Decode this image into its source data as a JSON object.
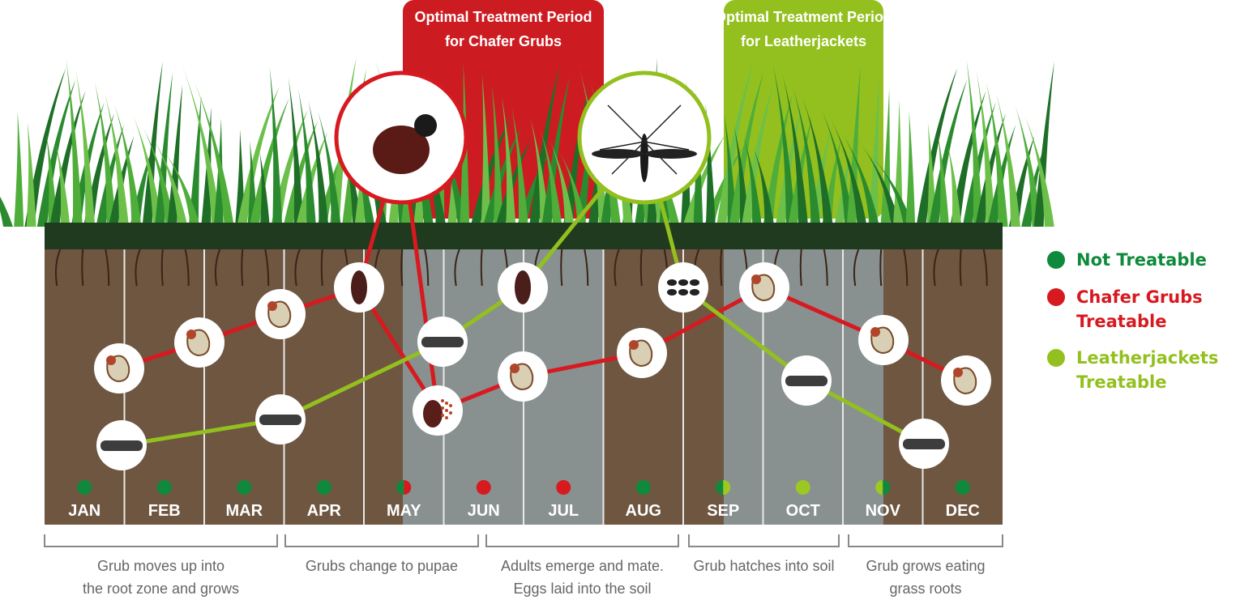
{
  "treatment_boxes": [
    {
      "line1": "Optimal Treatment Period",
      "line2": "for Chafer Grubs",
      "color": "#cc1c22"
    },
    {
      "line1": "Optimal Treatment Period",
      "line2": "for Leatherjackets",
      "color": "#93c01f"
    }
  ],
  "months": [
    {
      "label": "JAN",
      "dot": [
        "#0f8a3c"
      ]
    },
    {
      "label": "FEB",
      "dot": [
        "#0f8a3c"
      ]
    },
    {
      "label": "MAR",
      "dot": [
        "#0f8a3c"
      ]
    },
    {
      "label": "APR",
      "dot": [
        "#0f8a3c"
      ]
    },
    {
      "label": "MAY",
      "dot": [
        "#0f8a3c",
        "#d71920"
      ]
    },
    {
      "label": "JUN",
      "dot": [
        "#d71920"
      ]
    },
    {
      "label": "JUL",
      "dot": [
        "#d71920"
      ]
    },
    {
      "label": "AUG",
      "dot": [
        "#0f8a3c"
      ]
    },
    {
      "label": "SEP",
      "dot": [
        "#0f8a3c",
        "#9cc823"
      ]
    },
    {
      "label": "OCT",
      "dot": [
        "#9cc823"
      ]
    },
    {
      "label": "NOV",
      "dot": [
        "#9cc823",
        "#0f8a3c"
      ]
    },
    {
      "label": "DEC",
      "dot": [
        "#0f8a3c"
      ]
    }
  ],
  "stages": [
    {
      "line1": "Grub moves up into",
      "line2": "the root zone and grows"
    },
    {
      "line1": "Grubs change to pupae",
      "line2": ""
    },
    {
      "line1": "Adults emerge and mate.",
      "line2": "Eggs laid into the soil"
    },
    {
      "line1": "Grub hatches into soil",
      "line2": ""
    },
    {
      "line1": "Grub grows eating",
      "line2": "grass roots"
    }
  ],
  "legend": [
    {
      "label": "Not Treatable",
      "color": "#0f8a3c"
    },
    {
      "label": "Chafer Grubs Treatable",
      "color": "#d71920"
    },
    {
      "label": "Leatherjackets Treatable",
      "color": "#93c01f"
    }
  ],
  "icons": {
    "chafer": "chafer-beetle-icon",
    "leatherjacket": "crane-fly-icon"
  }
}
